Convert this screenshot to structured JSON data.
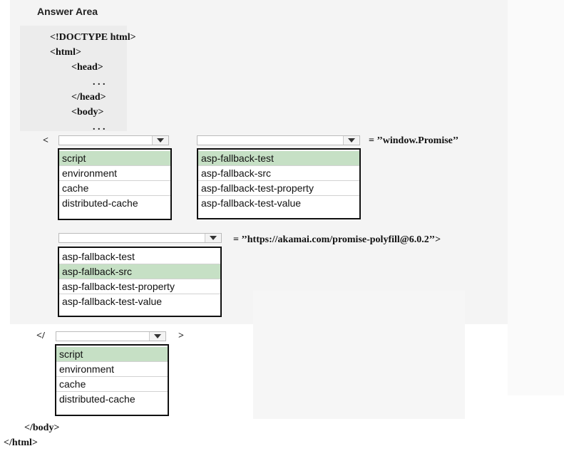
{
  "answer_area_title": "Answer Area",
  "code_lines": {
    "doctype": "<!DOCTYPE html>",
    "html_open": "<html>",
    "head_open": "<head>",
    "ellipsis_head": ". . .",
    "head_close": "</head>",
    "body_open": "<body>",
    "ellipsis_body": ". . .",
    "lt": "<",
    "promise_value": "= ’’window.Promise’’",
    "src_value": "= ’’https://akamai.com/promise-polyfill@6.0.2’’>",
    "close_lt": "</",
    "close_gt": ">",
    "body_close": "</body>",
    "html_close": "</html>"
  },
  "dropdown_1": {
    "options": [
      "script",
      "environment",
      "cache",
      "distributed-cache"
    ],
    "selected": "script"
  },
  "dropdown_2": {
    "options": [
      "asp-fallback-test",
      "asp-fallback-src",
      "asp-fallback-test-property",
      "asp-fallback-test-value"
    ],
    "selected": "asp-fallback-test"
  },
  "dropdown_3": {
    "options": [
      "asp-fallback-test",
      "asp-fallback-src",
      "asp-fallback-test-property",
      "asp-fallback-test-value"
    ],
    "selected": "asp-fallback-src"
  },
  "dropdown_4": {
    "options": [
      "script",
      "environment",
      "cache",
      "distributed-cache"
    ],
    "selected": "script"
  },
  "colors": {
    "selected_option": "#c6e0c5",
    "panel_background": "#f4f4f4"
  }
}
